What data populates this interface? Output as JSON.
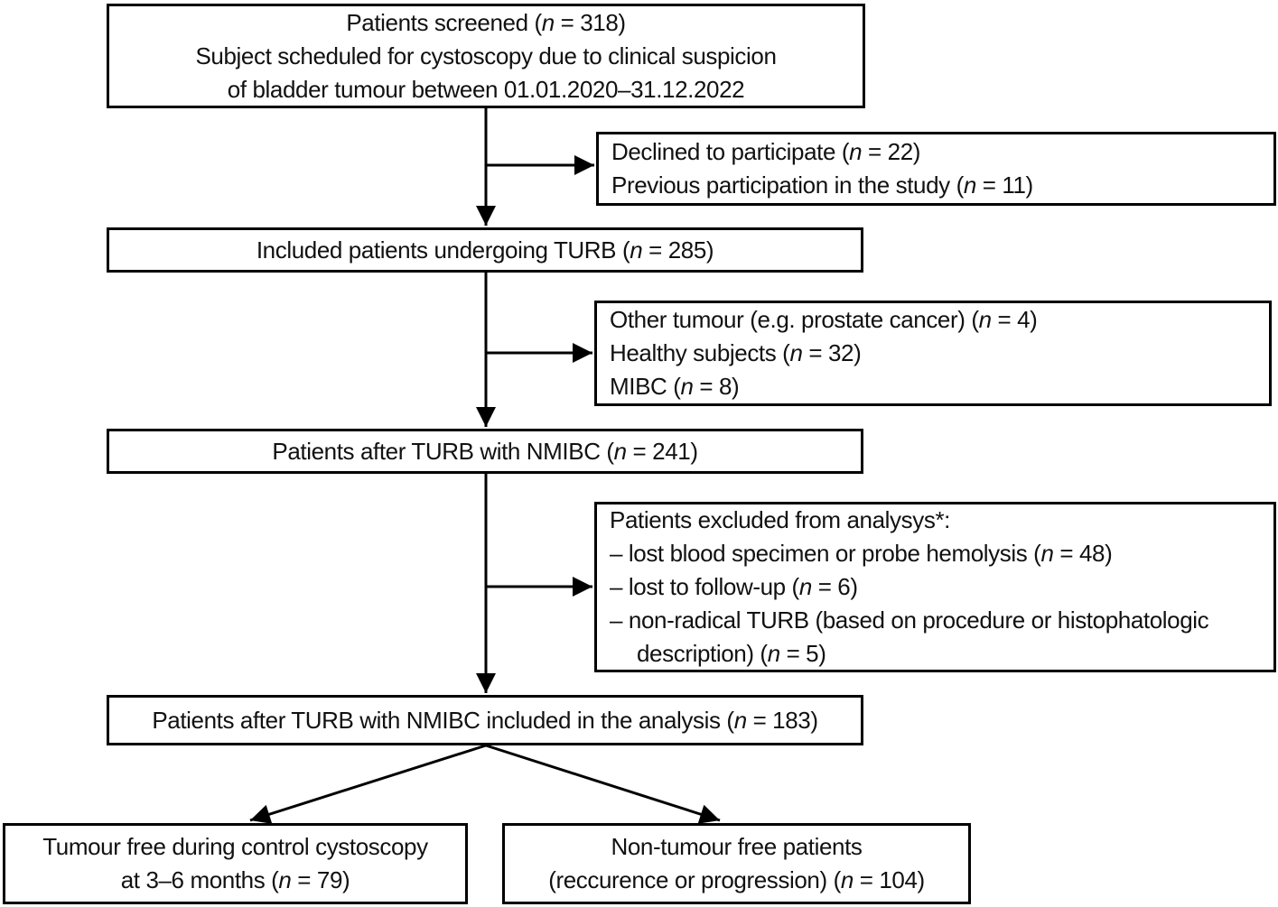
{
  "diagram": {
    "kind": "patient-flowchart",
    "colors": {
      "line": "#000000",
      "box_border": "#000000",
      "box_fill": "#ffffff",
      "text": "#111111"
    },
    "boxes": {
      "screened": {
        "lines": [
          "Patients screened (n = 318)",
          "Subject scheduled for cystoscopy due to clinical suspicion",
          "of bladder tumour between 01.01.2020–31.12.2022"
        ]
      },
      "declined": {
        "lines": [
          "Declined to participate (n = 22)",
          "Previous participation in the study (n = 11)"
        ]
      },
      "included_turb": {
        "lines": [
          "Included patients undergoing TURB (n = 285)"
        ]
      },
      "excluded_other": {
        "lines": [
          "Other tumour (e.g. prostate cancer) (n = 4)",
          "Healthy subjects (n = 32)",
          "MIBC (n = 8)"
        ]
      },
      "nmibc": {
        "lines": [
          "Patients after TURB with NMIBC (n = 241)"
        ]
      },
      "excluded_analysis": {
        "lines": [
          "Patients excluded from analysys*:",
          "– lost blood specimen or probe hemolysis (n = 48)",
          "– lost to follow-up (n = 6)",
          "– non-radical TURB (based on procedure or histophatologic",
          "description) (n = 5)"
        ]
      },
      "analysis": {
        "lines": [
          "Patients after TURB with NMIBC included in the analysis (n = 183)"
        ]
      },
      "tumour_free": {
        "lines": [
          "Tumour free during control cystoscopy",
          "at 3–6 months (n = 79)"
        ]
      },
      "non_tumour_free": {
        "lines": [
          "Non-tumour free patients",
          "(reccurence or progression) (n = 104)"
        ]
      }
    }
  }
}
